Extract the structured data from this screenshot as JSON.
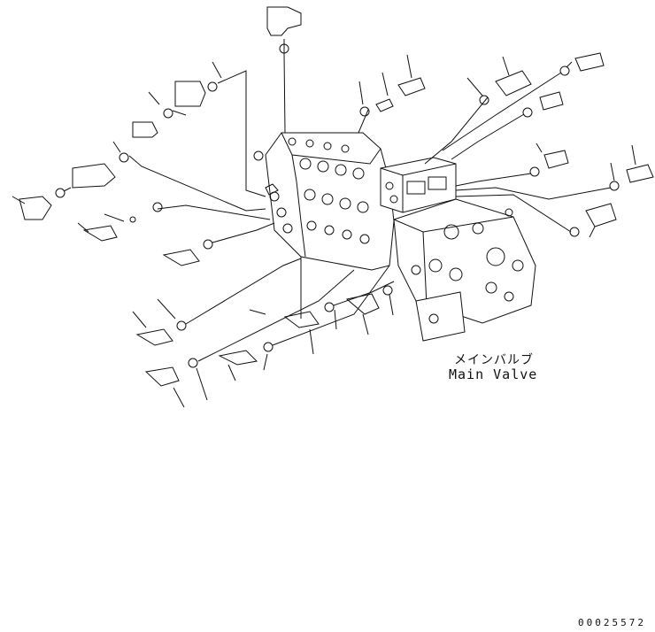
{
  "labels": {
    "part_name_jp": "メインバルブ",
    "part_name_en": "Main Valve",
    "drawing_code": "00025572"
  },
  "colors": {
    "line": "#111111",
    "background": "#ffffff"
  }
}
